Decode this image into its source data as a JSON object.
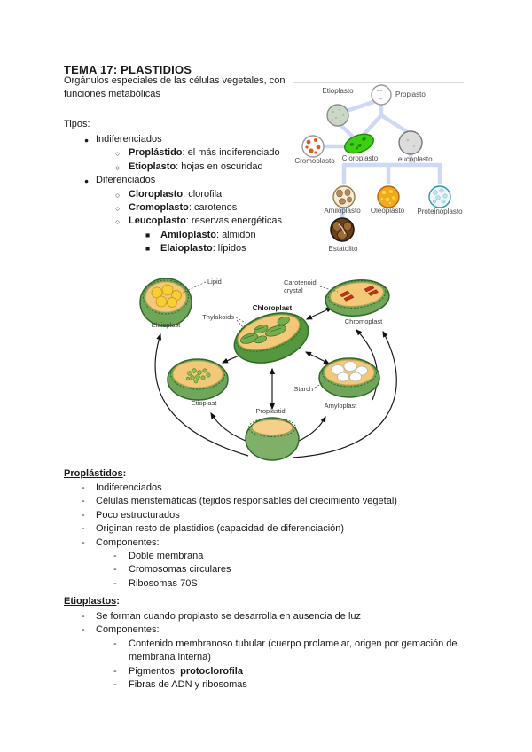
{
  "doc": {
    "title": "TEMA 17: PLASTIDIOS",
    "intro_line": "Orgánulos especiales de las células vegetales, con funciones metabólicas",
    "tipos_label": "Tipos:"
  },
  "markers": {
    "disc": "●",
    "circle": "○",
    "square": "■",
    "dash": "-"
  },
  "tipos": {
    "items": [
      {
        "lead": "",
        "rest": "Indiferenciados"
      },
      {
        "lead": "Proplástido",
        "rest": ": el más indiferenciado"
      },
      {
        "lead": "Etioplasto",
        "rest": ": hojas en oscuridad"
      },
      {
        "lead": "",
        "rest": "Diferenciados"
      },
      {
        "lead": "Cloroplasto",
        "rest": ": clorofila"
      },
      {
        "lead": "Cromoplasto",
        "rest": ": carotenos"
      },
      {
        "lead": "Leucoplasto",
        "rest": ": reservas energéticas"
      },
      {
        "lead": "Amiloplasto",
        "rest": ": almidón"
      },
      {
        "lead": "Elaioplasto",
        "rest": ": lípidos"
      }
    ]
  },
  "proplastidos": {
    "heading": "Proplástidos",
    "colon": ":",
    "items": [
      {
        "text": "Indiferenciados"
      },
      {
        "text": "Células meristemáticas (tejidos responsables del crecimiento vegetal)"
      },
      {
        "text": "Poco estructurados"
      },
      {
        "text": "Originan resto de plastidios (capacidad de diferenciación)"
      },
      {
        "text": "Componentes:"
      },
      {
        "text": "Doble membrana"
      },
      {
        "text": "Cromosomas circulares"
      },
      {
        "text": "Ribosomas 70S"
      }
    ]
  },
  "etioplastos": {
    "heading": "Etioplastos",
    "colon": ":",
    "items": [
      {
        "text": "Se forman cuando proplasto se desarrolla en ausencia de luz"
      },
      {
        "text": "Componentes:"
      },
      {
        "text": "Contenido membranoso tubular (cuerpo prolamelar, origen por gemación de membrana interna)"
      },
      {
        "pre": "Pigmentos: ",
        "bold": "protoclorofila"
      },
      {
        "text": "Fibras de ADN y ribosomas"
      }
    ]
  },
  "tree_diagram": {
    "labels": {
      "etioplasto": "Etioplasto",
      "proplasto": "Proplasto",
      "cromoplasto": "Cromoplasto",
      "cloroplasto": "Cloroplasto",
      "leucoplasto": "Leucoplasto",
      "amiloplasto": "Amiloplasto",
      "oleoplasto": "Oleoplasto",
      "proteinoplasto": "Proteinoplasto",
      "estatolito": "Estatolito"
    },
    "colors": {
      "connector": "#cdd9f6",
      "cloroplasto_green": "#3ecf12",
      "cromoplasto_orange": "#e8581c",
      "oleoplasto_orange": "#f5a623",
      "proteinoplasto_blue": "#bfe4f0",
      "estatolito_brown": "#6b3f1a"
    }
  },
  "cycle_diagram": {
    "labels": {
      "elaioplast": "Elaioplast",
      "lipid": "Lipid",
      "thylakoids": "Thylakoids",
      "chloroplast": "Chloroplast",
      "carotenoid_line1": "Carotenoid",
      "carotenoid_line2": "crystal",
      "chromoplast": "Chromoplast",
      "etioplast": "Etioplast",
      "starch": "Starch",
      "amyloplast": "Amyloplast",
      "proplastid": "Proplastid"
    },
    "colors": {
      "organelle_green": "#6fa659",
      "organelle_dark_green": "#35682c",
      "stroma_tan": "#f3c878",
      "lipid_yellow": "#f7cf35",
      "carotenoid_red": "#c23415",
      "starch_white": "#fdfdfd"
    }
  }
}
